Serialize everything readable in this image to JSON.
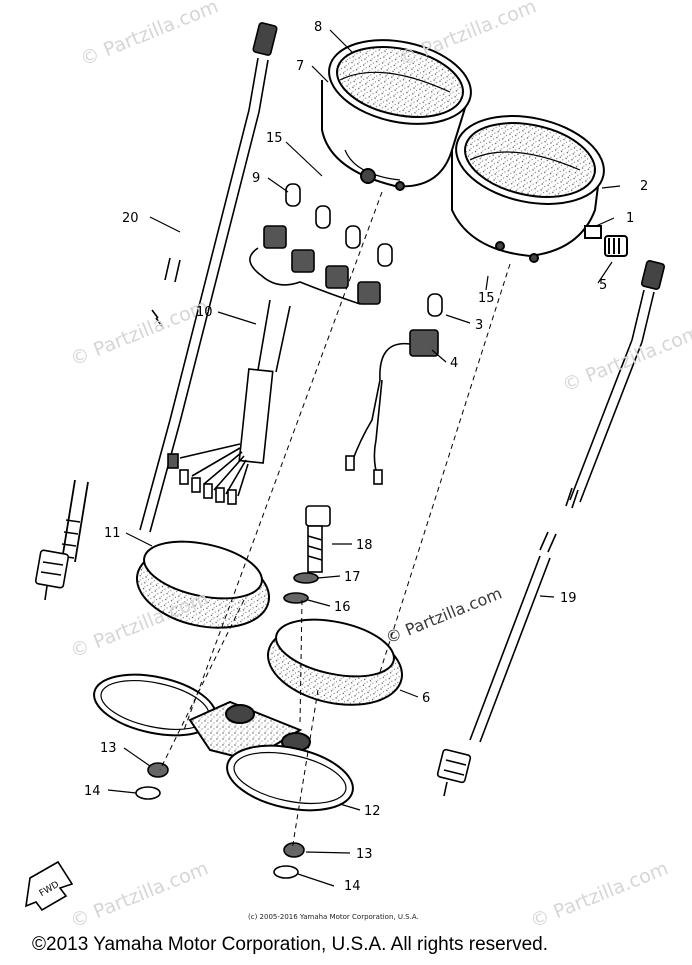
{
  "watermark": "© Partzilla.com",
  "watermark_prominent": "© Partzilla.com",
  "copyright_small": "(c) 2005-2016 Yamaha Motor Corporation, U.S.A.",
  "footer": "©2013 Yamaha Motor Corporation, U.S.A. All rights reserved.",
  "fwd_arrow": "FWD",
  "callouts": [
    "1",
    "2",
    "3",
    "4",
    "5",
    "6",
    "7",
    "8",
    "9",
    "10",
    "11",
    "12",
    "13",
    "13",
    "14",
    "14",
    "15",
    "15",
    "16",
    "17",
    "18",
    "19",
    "20"
  ]
}
